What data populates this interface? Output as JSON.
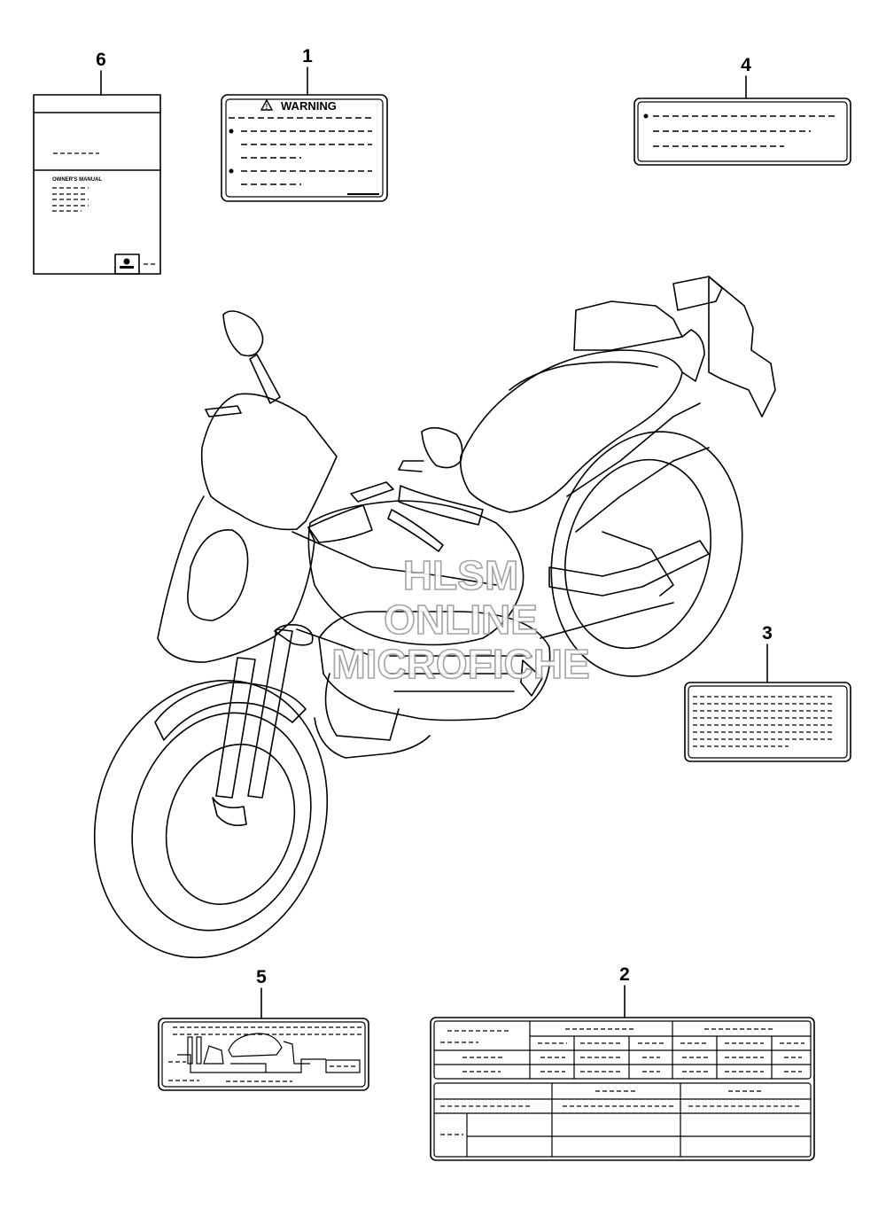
{
  "callouts": {
    "n1": "1",
    "n2": "2",
    "n3": "3",
    "n4": "4",
    "n5": "5",
    "n6": "6"
  },
  "labels": {
    "warning_label": {
      "heading": "WARNING"
    },
    "owners_manual": {
      "title": "OWNER'S MANUAL"
    }
  },
  "watermark": {
    "line1": "HLSM",
    "line2": "ONLINE",
    "line3": "MICROFICHE"
  }
}
